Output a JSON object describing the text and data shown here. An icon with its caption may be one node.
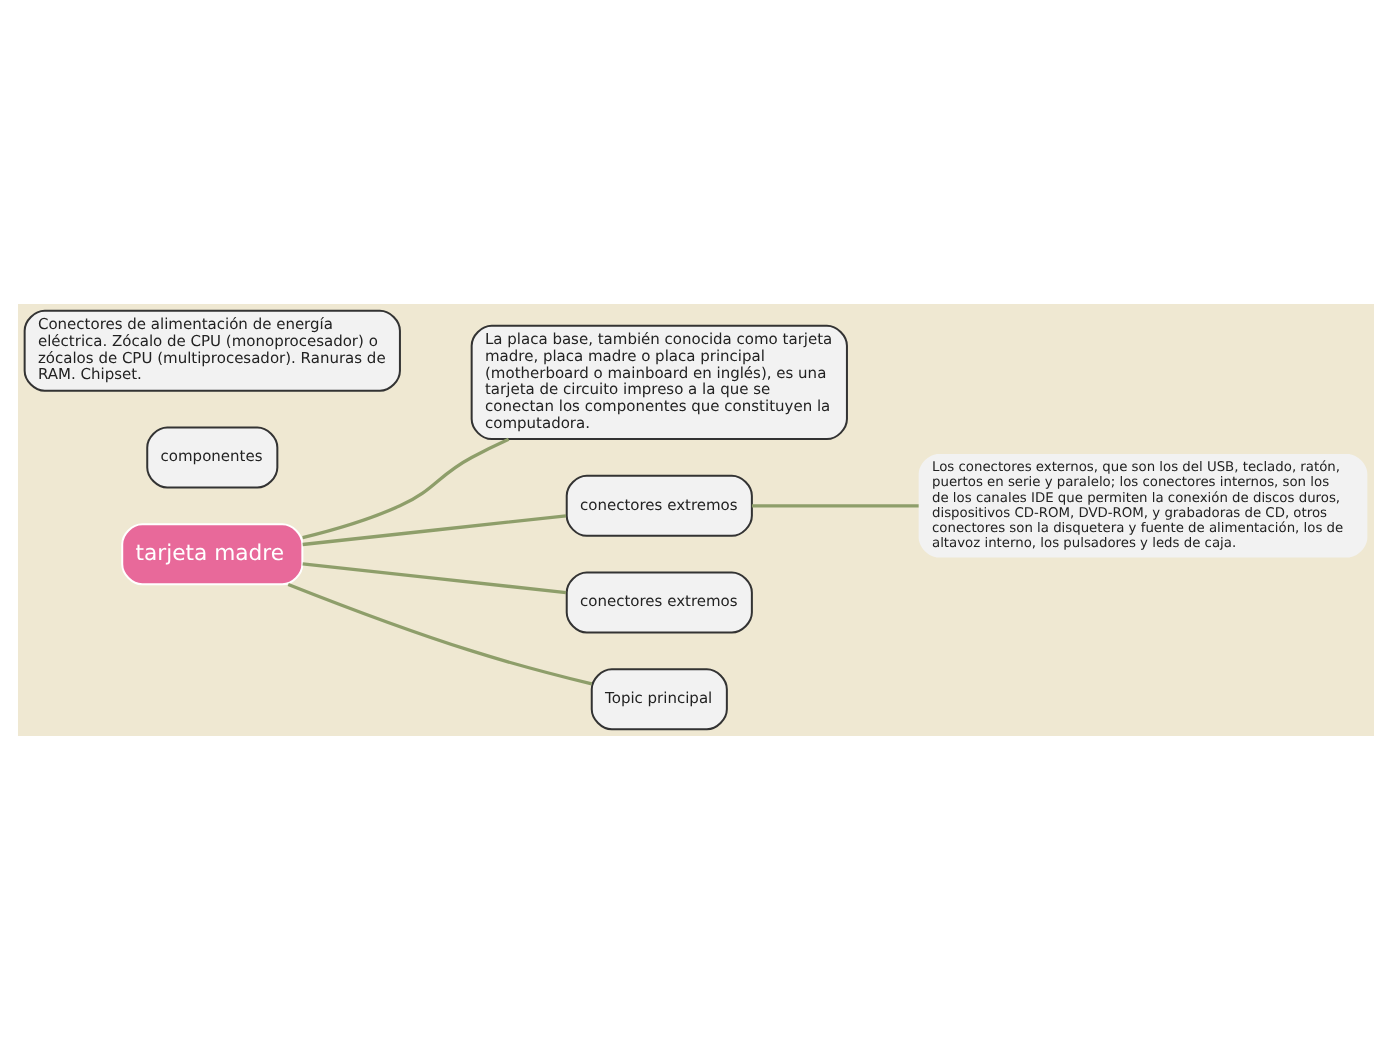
{
  "diagram": {
    "nodes": [
      {
        "text": [
          "tarjeta madre"
        ]
      },
      {
        "text": [
          "La placa base, también conocida como tarjeta madre, placa madre o placa principal (motherboard o mainboard en inglés), es una tarjeta de circuito impreso a la que se conectan los componentes que constituyen la computadora."
        ]
      },
      {
        "text": [
          "componentes"
        ]
      },
      {
        "text": [
          "Conectores de alimentación de energía eléctrica. Zócalo de CPU (monoprocesador) o zócalos de CPU (multiprocesador). Ranuras de RAM. Chipset."
        ]
      },
      {
        "text": [
          "conectores extremos"
        ]
      },
      {
        "text": [
          "Los conectores externos, que son los del USB, teclado, ratón, puertos en serie y paralelo; los conectores internos, son los de los canales IDE que permiten la conexión de discos duros, dispositivos CD-ROM, DVD-ROM, y grabadoras de CD, otros conectores son la disquetera y fuente de alimentación, los de altavoz interno, los pulsadores y leds de caja."
        ]
      },
      {
        "text": [
          "conectores extremos"
        ]
      },
      {
        "text": [
          "Topic principal"
        ]
      }
    ],
    "edges": [
      {
        "from": 0,
        "to": 1,
        "arrow": "none"
      },
      {
        "from": 0,
        "to": 4,
        "arrow": "none"
      },
      {
        "from": 0,
        "to": 6,
        "arrow": "none"
      },
      {
        "from": 0,
        "to": 7,
        "arrow": "none"
      },
      {
        "from": 4,
        "to": 5,
        "arrow": "none"
      }
    ]
  }
}
